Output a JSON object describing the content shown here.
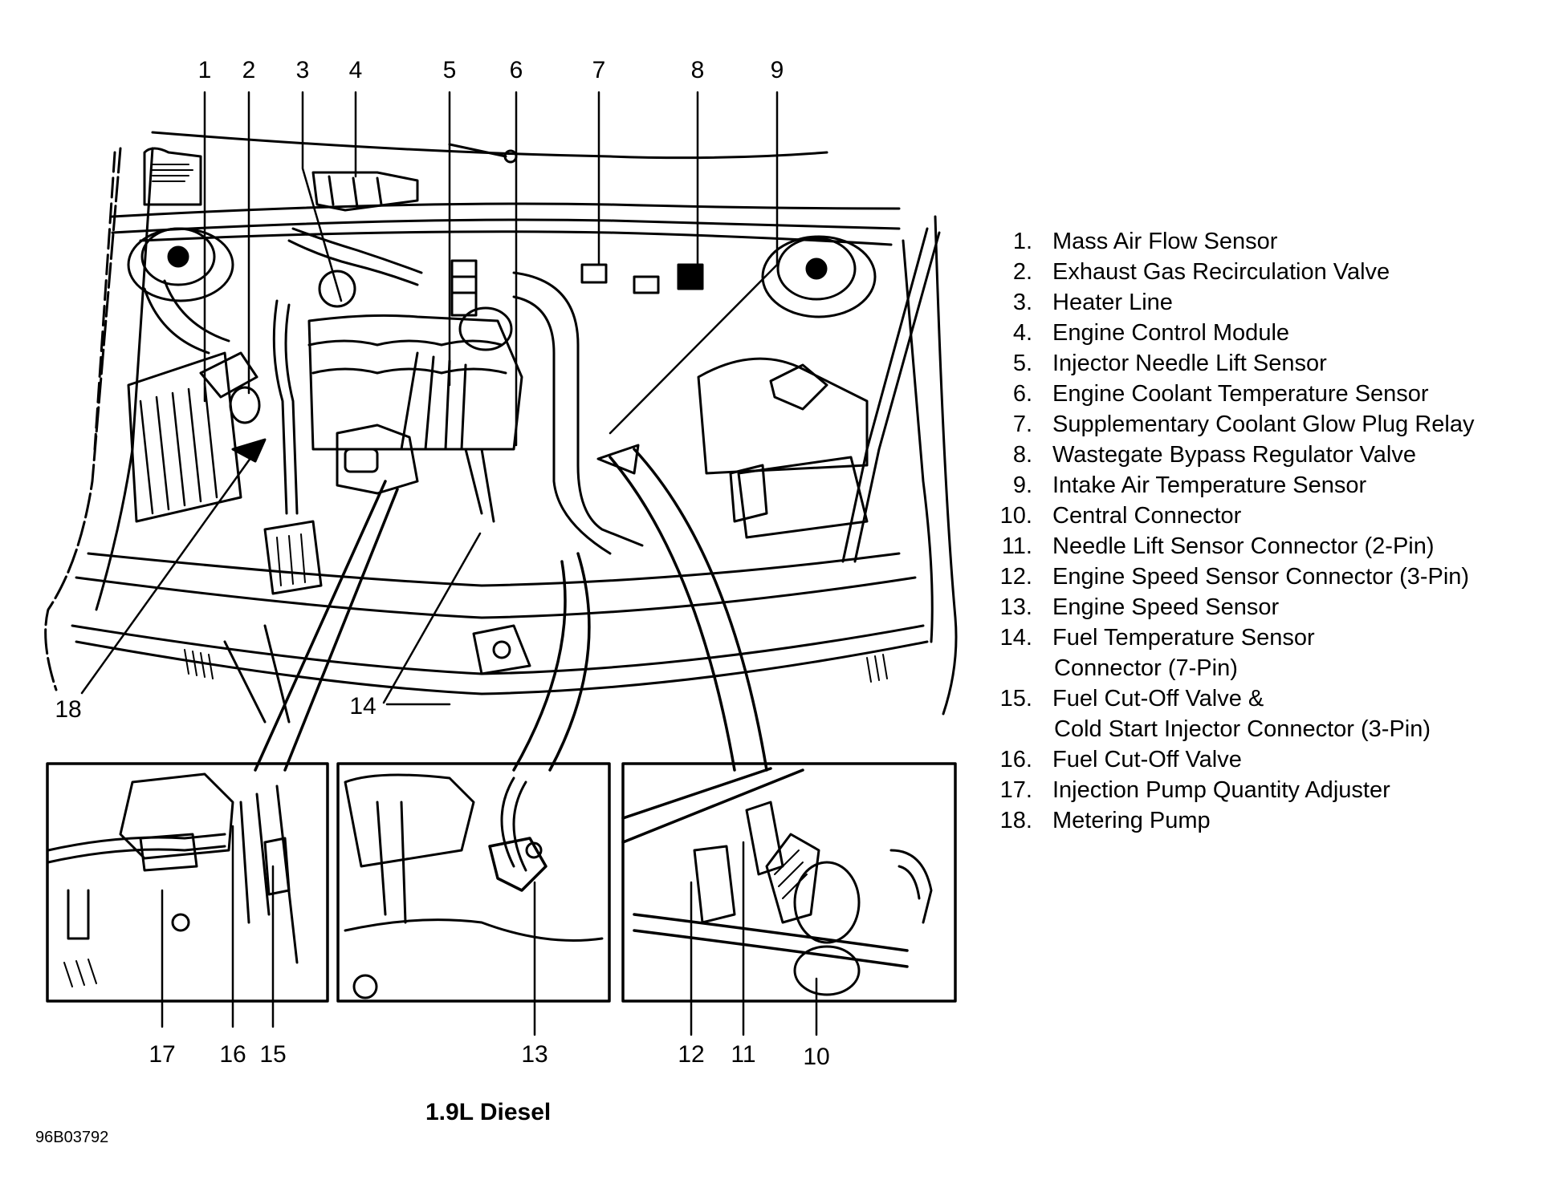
{
  "figure": {
    "title": "1.9L Diesel",
    "figure_id": "96B03792"
  },
  "callouts": {
    "top": [
      "1",
      "2",
      "3",
      "4",
      "5",
      "6",
      "7",
      "8",
      "9"
    ],
    "left": [
      "18"
    ],
    "middle": [
      "14"
    ],
    "bottom_panel_1": [
      "17",
      "16",
      "15"
    ],
    "bottom_panel_2": [
      "13"
    ],
    "bottom_panel_3": [
      "12",
      "11",
      "10"
    ]
  },
  "legend": [
    {
      "num": "1.",
      "text": "Mass Air Flow Sensor"
    },
    {
      "num": "2.",
      "text": "Exhaust Gas Recirculation Valve"
    },
    {
      "num": "3.",
      "text": "Heater Line"
    },
    {
      "num": "4.",
      "text": "Engine Control Module"
    },
    {
      "num": "5.",
      "text": "Injector Needle Lift Sensor"
    },
    {
      "num": "6.",
      "text": "Engine Coolant Temperature Sensor"
    },
    {
      "num": "7.",
      "text": "Supplementary Coolant Glow Plug Relay"
    },
    {
      "num": "8.",
      "text": "Wastegate Bypass Regulator Valve"
    },
    {
      "num": "9.",
      "text": "Intake Air Temperature Sensor"
    },
    {
      "num": "10.",
      "text": "Central Connector"
    },
    {
      "num": "11.",
      "text": "Needle Lift Sensor Connector (2-Pin)"
    },
    {
      "num": "12.",
      "text": "Engine Speed Sensor Connector (3-Pin)"
    },
    {
      "num": "13.",
      "text": "Engine Speed Sensor"
    },
    {
      "num": "14.",
      "text": "Fuel Temperature Sensor",
      "cont": "Connector (7-Pin)"
    },
    {
      "num": "15.",
      "text": "Fuel Cut-Off Valve &",
      "cont": "Cold Start Injector Connector (3-Pin)"
    },
    {
      "num": "16.",
      "text": "Fuel Cut-Off Valve"
    },
    {
      "num": "17.",
      "text": "Injection Pump Quantity Adjuster"
    },
    {
      "num": "18.",
      "text": "Metering Pump"
    }
  ]
}
